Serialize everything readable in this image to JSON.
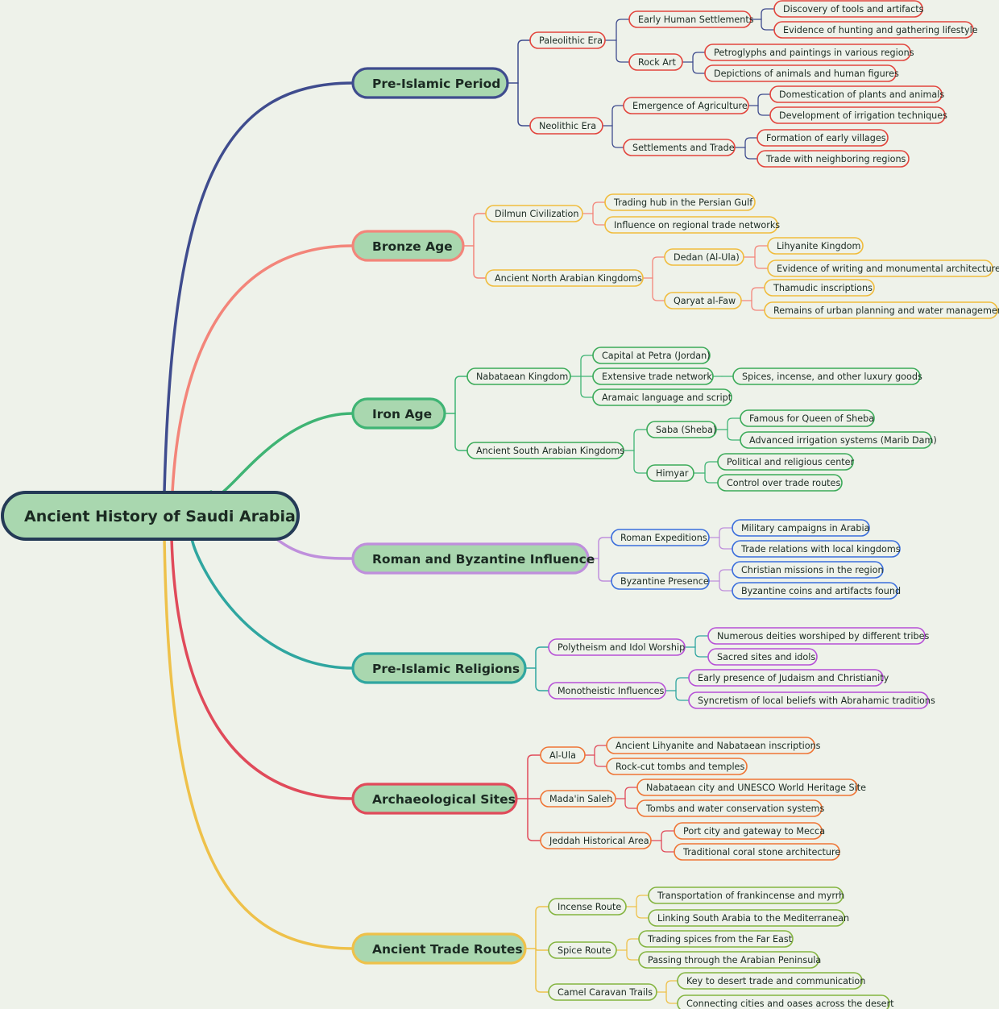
{
  "root": {
    "title": "Ancient History of Saudi Arabia"
  },
  "branches": [
    {
      "title": "Pre-Islamic Period",
      "line_color": "#3f4c8e",
      "node_color": "#e2443c",
      "children": [
        {
          "title": "Paleolithic Era",
          "children": [
            {
              "title": "Early Human Settlements",
              "children": [
                {
                  "title": "Discovery of tools and artifacts"
                },
                {
                  "title": "Evidence of hunting and gathering lifestyle"
                }
              ]
            },
            {
              "title": "Rock Art",
              "children": [
                {
                  "title": "Petroglyphs and paintings in various regions"
                },
                {
                  "title": "Depictions of animals and human figures"
                }
              ]
            }
          ]
        },
        {
          "title": "Neolithic Era",
          "children": [
            {
              "title": "Emergence of Agriculture",
              "children": [
                {
                  "title": "Domestication of plants and animals"
                },
                {
                  "title": "Development of irrigation techniques"
                }
              ]
            },
            {
              "title": "Settlements and Trade",
              "children": [
                {
                  "title": "Formation of early villages"
                },
                {
                  "title": "Trade with neighboring regions"
                }
              ]
            }
          ]
        }
      ]
    },
    {
      "title": "Bronze Age",
      "line_color": "#f3857a",
      "node_color": "#f0bc3c",
      "children": [
        {
          "title": "Dilmun Civilization",
          "children": [
            {
              "title": "Trading hub in the Persian Gulf"
            },
            {
              "title": "Influence on regional trade networks"
            }
          ]
        },
        {
          "title": "Ancient North Arabian Kingdoms",
          "children": [
            {
              "title": "Dedan (Al-Ula)",
              "children": [
                {
                  "title": "Lihyanite Kingdom"
                },
                {
                  "title": "Evidence of writing and monumental architecture"
                }
              ]
            },
            {
              "title": "Qaryat al-Faw",
              "children": [
                {
                  "title": "Thamudic inscriptions"
                },
                {
                  "title": "Remains of urban planning and water management"
                }
              ]
            }
          ]
        }
      ]
    },
    {
      "title": "Iron Age",
      "line_color": "#3fb474",
      "node_color": "#3aaa58",
      "children": [
        {
          "title": "Nabataean Kingdom",
          "children": [
            {
              "title": "Capital at Petra (Jordan)"
            },
            {
              "title": "Extensive trade network",
              "children": [
                {
                  "title": "Spices, incense, and other luxury goods"
                }
              ]
            },
            {
              "title": "Aramaic language and script"
            }
          ]
        },
        {
          "title": "Ancient South Arabian Kingdoms",
          "children": [
            {
              "title": "Saba (Sheba)",
              "children": [
                {
                  "title": "Famous for Queen of Sheba"
                },
                {
                  "title": "Advanced irrigation systems (Marib Dam)"
                }
              ]
            },
            {
              "title": "Himyar",
              "children": [
                {
                  "title": "Political and religious center"
                },
                {
                  "title": "Control over trade routes"
                }
              ]
            }
          ]
        }
      ]
    },
    {
      "title": "Roman and Byzantine Influence",
      "line_color": "#bf8fdc",
      "node_color": "#3a6edc",
      "children": [
        {
          "title": "Roman Expeditions",
          "children": [
            {
              "title": "Military campaigns in Arabia"
            },
            {
              "title": "Trade relations with local kingdoms"
            }
          ]
        },
        {
          "title": "Byzantine Presence",
          "children": [
            {
              "title": "Christian missions in the region"
            },
            {
              "title": "Byzantine coins and artifacts found"
            }
          ]
        }
      ]
    },
    {
      "title": "Pre-Islamic Religions",
      "line_color": "#2fa6a0",
      "node_color": "#b650d6",
      "children": [
        {
          "title": "Polytheism and Idol Worship",
          "children": [
            {
              "title": "Numerous deities worshiped by different tribes"
            },
            {
              "title": "Sacred sites and idols"
            }
          ]
        },
        {
          "title": "Monotheistic Influences",
          "children": [
            {
              "title": "Early presence of Judaism and Christianity"
            },
            {
              "title": "Syncretism of local beliefs with Abrahamic traditions"
            }
          ]
        }
      ]
    },
    {
      "title": "Archaeological Sites",
      "line_color": "#e04a5a",
      "node_color": "#ef7434",
      "children": [
        {
          "title": "Al-Ula",
          "children": [
            {
              "title": "Ancient Lihyanite and Nabataean inscriptions"
            },
            {
              "title": "Rock-cut tombs and temples"
            }
          ]
        },
        {
          "title": "Mada'in Saleh",
          "children": [
            {
              "title": "Nabataean city and UNESCO World Heritage Site"
            },
            {
              "title": "Tombs and water conservation systems"
            }
          ]
        },
        {
          "title": "Jeddah Historical Area",
          "children": [
            {
              "title": "Port city and gateway to Mecca"
            },
            {
              "title": "Traditional coral stone architecture"
            }
          ]
        }
      ]
    },
    {
      "title": "Ancient Trade Routes",
      "line_color": "#eec14a",
      "node_color": "#84b440",
      "children": [
        {
          "title": "Incense Route",
          "children": [
            {
              "title": "Transportation of frankincense and myrrh"
            },
            {
              "title": "Linking South Arabia to the Mediterranean"
            }
          ]
        },
        {
          "title": "Spice Route",
          "children": [
            {
              "title": "Trading spices from the Far East"
            },
            {
              "title": "Passing through the Arabian Peninsula"
            }
          ]
        },
        {
          "title": "Camel Caravan Trails",
          "children": [
            {
              "title": "Key to desert trade and communication"
            },
            {
              "title": "Connecting cities and oases across the desert"
            }
          ]
        }
      ]
    }
  ]
}
